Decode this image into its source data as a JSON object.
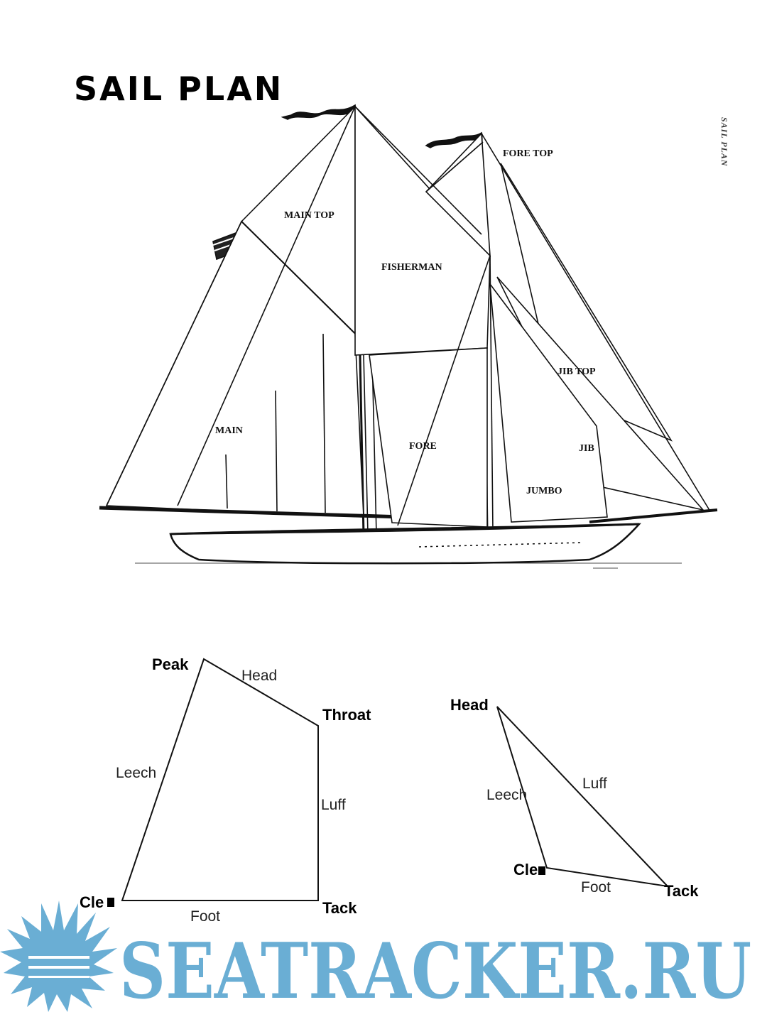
{
  "title": "SAIL PLAN",
  "side_caption": "SAIL PLAN",
  "sails": {
    "fore_top": "FORE TOP",
    "main_top": "MAIN TOP",
    "fisherman": "FISHERMAN",
    "jib_top": "JIB TOP",
    "main": "MAIN",
    "fore": "FORE",
    "jib": "JIB",
    "jumbo": "JUMBO"
  },
  "gaff_sail": {
    "peak": "Peak",
    "head": "Head",
    "throat": "Throat",
    "leech": "Leech",
    "luff": "Luff",
    "clew": "Cle",
    "foot": "Foot",
    "tack": "Tack"
  },
  "jib_sail": {
    "head": "Head",
    "leech": "Leech",
    "luff": "Luff",
    "clew": "Cle",
    "foot": "Foot",
    "tack": "Tack"
  },
  "watermark": "SEATRACKER.RU",
  "colors": {
    "watermark": "#6aaed4",
    "line": "#111111"
  }
}
